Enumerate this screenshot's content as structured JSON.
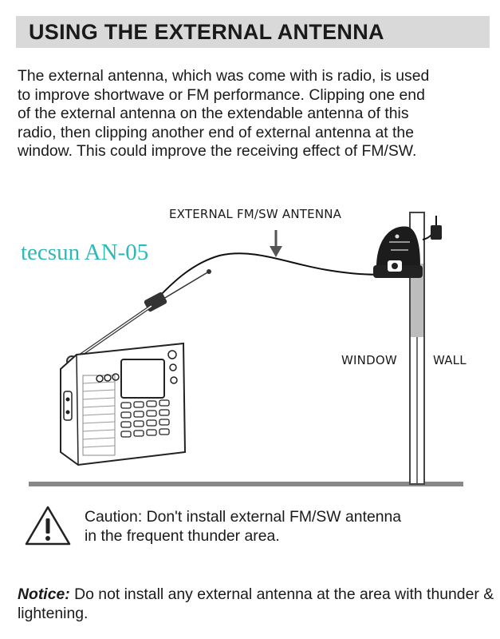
{
  "header": {
    "title": "USING THE EXTERNAL ANTENNA"
  },
  "intro": {
    "lines": [
      "The external antenna, which was come with is radio, is used",
      "to improve shortwave or FM performance.  Clipping one end",
      "of the external antenna on the extendable antenna of this",
      "radio, then clipping another end of external antenna at the",
      "window.  This could improve the receiving effect of FM/SW."
    ]
  },
  "diagram": {
    "antenna_label": "EXTERNAL FM/SW ANTENNA",
    "brand_label": "tecsun   AN-05",
    "window_label": "WINDOW",
    "wall_label": "WALL"
  },
  "caution": {
    "lines": [
      "Caution: Don't install external FM/SW antenna",
      "in the frequent thunder area."
    ]
  },
  "notice": {
    "label": "Notice:",
    "text": " Do not install any external antenna at the area with thunder & lightening."
  }
}
